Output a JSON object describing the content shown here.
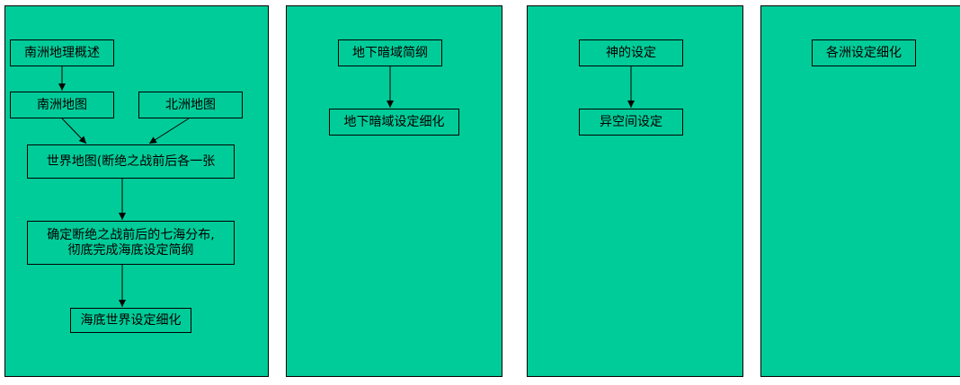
{
  "colors": {
    "panel_fill": "#00cc99",
    "border": "#000000",
    "background": "#ffffff"
  },
  "nodes": {
    "nanzhou_overview": "南洲地理概述",
    "nanzhou_map": "南洲地图",
    "beizhou_map": "北洲地图",
    "world_map": "世界地图(断绝之战前后各一张",
    "seven_seas": "确定断绝之战前后的七海分布,\n彻底完成海底设定简纲",
    "seabed_detail": "海底世界设定细化",
    "underground_outline": "地下暗域简纲",
    "underground_detail": "地下暗域设定细化",
    "god_setting": "神的设定",
    "otherspace_setting": "异空间设定",
    "continent_detail": "各洲设定细化"
  }
}
